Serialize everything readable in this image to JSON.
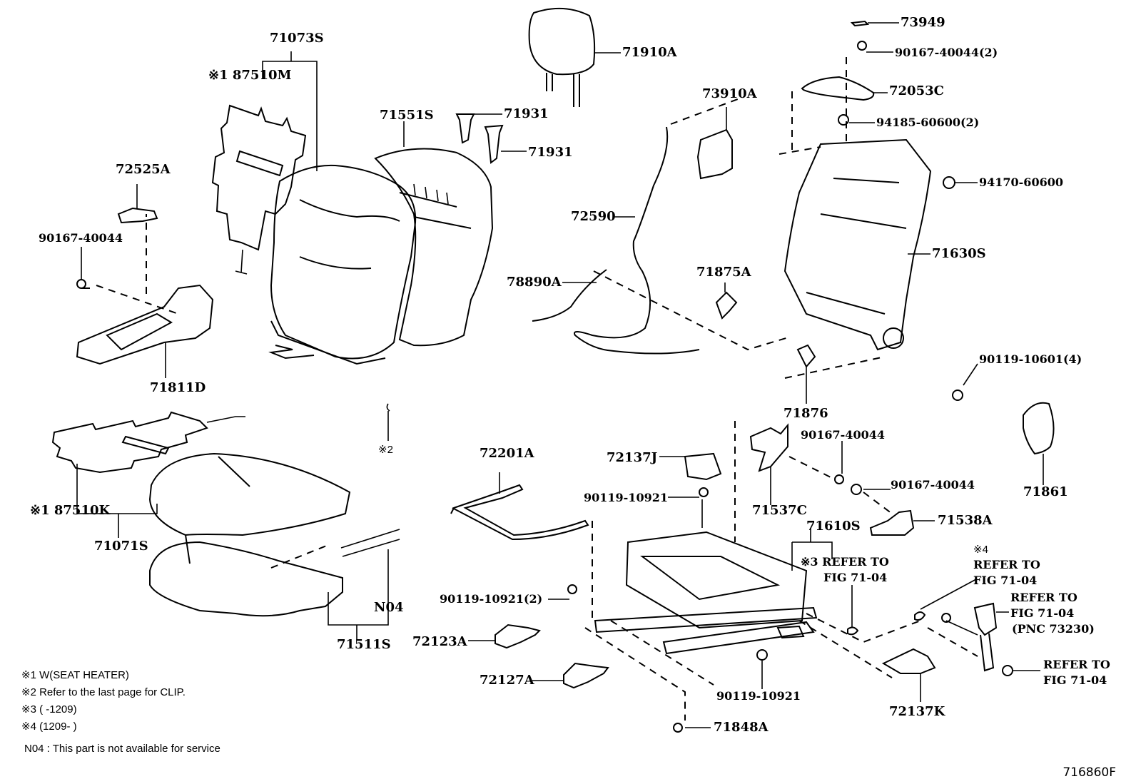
{
  "diagram": {
    "title": "Front seat assembly parts diagram",
    "figure_id": "716860F",
    "labels": [
      {
        "id": "71073S",
        "text": "71073S"
      },
      {
        "id": "87510M",
        "text": "※1 87510M"
      },
      {
        "id": "71551S",
        "text": "71551S"
      },
      {
        "id": "71910A",
        "text": "71910A"
      },
      {
        "id": "71931a",
        "text": "71931"
      },
      {
        "id": "71931b",
        "text": "71931"
      },
      {
        "id": "73949",
        "text": "73949"
      },
      {
        "id": "90167-40044-2",
        "text": "90167-40044(2)"
      },
      {
        "id": "72053C",
        "text": "72053C"
      },
      {
        "id": "94185-60600",
        "text": "94185-60600(2)"
      },
      {
        "id": "73910A",
        "text": "73910A"
      },
      {
        "id": "94170-60600",
        "text": "94170-60600"
      },
      {
        "id": "72525A",
        "text": "72525A"
      },
      {
        "id": "90167-40044-left",
        "text": "90167-40044"
      },
      {
        "id": "72590",
        "text": "72590"
      },
      {
        "id": "71630S",
        "text": "71630S"
      },
      {
        "id": "78890A",
        "text": "78890A"
      },
      {
        "id": "71875A",
        "text": "71875A"
      },
      {
        "id": "71811D",
        "text": "71811D"
      },
      {
        "id": "90119-10601",
        "text": "90119-10601(4)"
      },
      {
        "id": "71876",
        "text": "71876"
      },
      {
        "id": "clip2",
        "text": "※2"
      },
      {
        "id": "72201A",
        "text": "72201A"
      },
      {
        "id": "72137J",
        "text": "72137J"
      },
      {
        "id": "90167-40044-mid",
        "text": "90167-40044"
      },
      {
        "id": "71861",
        "text": "71861"
      },
      {
        "id": "90119-10921-a",
        "text": "90119-10921"
      },
      {
        "id": "90167-40044-mid2",
        "text": "90167-40044"
      },
      {
        "id": "87510K",
        "text": "※1 87510K"
      },
      {
        "id": "71537C",
        "text": "71537C"
      },
      {
        "id": "71538A",
        "text": "71538A"
      },
      {
        "id": "71071S",
        "text": "71071S"
      },
      {
        "id": "71610S",
        "text": "71610S"
      },
      {
        "id": "ref3",
        "text": "※3 REFER TO"
      },
      {
        "id": "ref3b",
        "text": "FIG 71-04"
      },
      {
        "id": "ref4a",
        "text": "※4"
      },
      {
        "id": "ref4b",
        "text": "REFER TO"
      },
      {
        "id": "ref4c",
        "text": "FIG 71-04"
      },
      {
        "id": "ref5a",
        "text": "REFER TO"
      },
      {
        "id": "ref5b",
        "text": "FIG 71-04"
      },
      {
        "id": "ref5c",
        "text": "(PNC 73230)"
      },
      {
        "id": "ref6a",
        "text": "REFER TO"
      },
      {
        "id": "ref6b",
        "text": "FIG 71-04"
      },
      {
        "id": "N04",
        "text": "N04"
      },
      {
        "id": "90119-10921-2",
        "text": "90119-10921(2)"
      },
      {
        "id": "71511S",
        "text": "71511S"
      },
      {
        "id": "72123A",
        "text": "72123A"
      },
      {
        "id": "72127A",
        "text": "72127A"
      },
      {
        "id": "90119-10921-b",
        "text": "90119-10921"
      },
      {
        "id": "72137K",
        "text": "72137K"
      },
      {
        "id": "71848A",
        "text": "71848A"
      }
    ],
    "notes": [
      "※1  W(SEAT HEATER)",
      "※2  Refer to the last page for CLIP.",
      "※3  (        -1209)",
      "※4  (1209-        )",
      "N04 : This part is not available for service"
    ]
  }
}
